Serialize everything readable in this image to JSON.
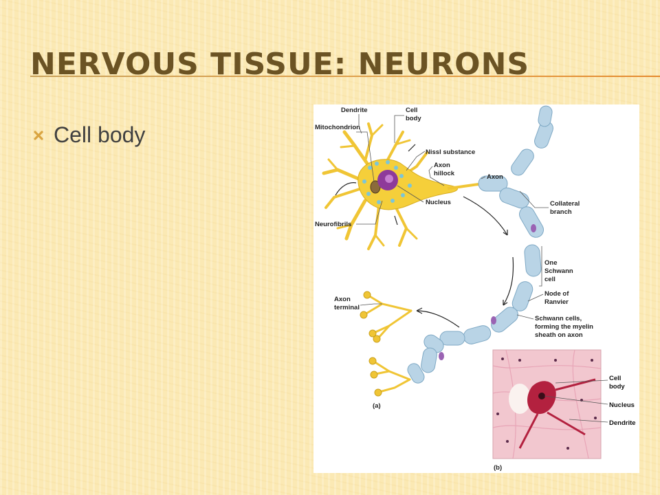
{
  "slide": {
    "title": "Nervous Tissue: Neurons",
    "bullets": [
      "Cell body"
    ]
  },
  "figure": {
    "panel_a": {
      "letter": "(a)",
      "labels": {
        "dendrite": "Dendrite",
        "cell_body_1": "Cell",
        "cell_body_2": "body",
        "mitochondrion": "Mitochondrion",
        "nissl": "Nissl substance",
        "axon_hillock_1": "Axon",
        "axon_hillock_2": "hillock",
        "axon": "Axon",
        "nucleus": "Nucleus",
        "collateral_1": "Collateral",
        "collateral_2": "branch",
        "neurofibrils": "Neurofibrils",
        "schwann_1": "One",
        "schwann_2": "Schwann",
        "schwann_3": "cell",
        "node_1": "Node of",
        "node_2": "Ranvier",
        "axon_terminal_1": "Axon",
        "axon_terminal_2": "terminal",
        "myelin_1": "Schwann cells,",
        "myelin_2": "forming the myelin",
        "myelin_3": "sheath on axon"
      }
    },
    "panel_b": {
      "letter": "(b)",
      "labels": {
        "cell_body_1": "Cell",
        "cell_body_2": "body",
        "nucleus": "Nucleus",
        "dendrite": "Dendrite"
      }
    }
  },
  "colors": {
    "background": "#fbe9b4",
    "title": "#6b5324",
    "rule": "#e2a04a",
    "neuron": "#f5cf3a",
    "myelin": "#b9d4e6",
    "nucleus": "#8e3a9a",
    "micrograph": "#f0c2cc"
  },
  "icons": {
    "bullet": "x-mark-icon"
  }
}
